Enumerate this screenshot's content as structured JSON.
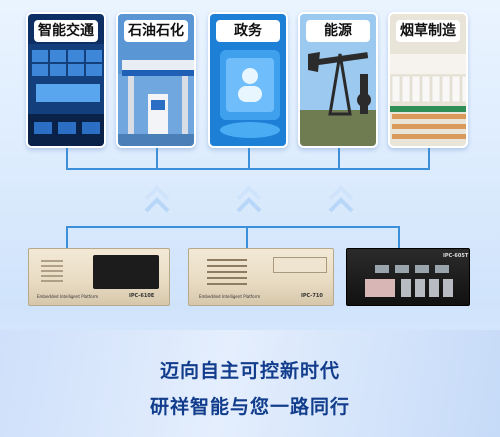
{
  "industries": [
    {
      "label": "智能交通"
    },
    {
      "label": "石油石化"
    },
    {
      "label": "政务"
    },
    {
      "label": "能源"
    },
    {
      "label": "烟草制造"
    }
  ],
  "devices": [
    {
      "model": "IPC-610E",
      "brand": "Embedded Intelligent Platform"
    },
    {
      "model": "IPC-710",
      "brand": "Embedded Intelligent Platform"
    },
    {
      "model": "IPC-605T"
    }
  ],
  "slogan": {
    "line1": "迈向自主可控新时代",
    "line2": "研祥智能与您一路同行"
  },
  "colors": {
    "connector": "#3c8fd9",
    "slogan_text": "#123d8c"
  }
}
